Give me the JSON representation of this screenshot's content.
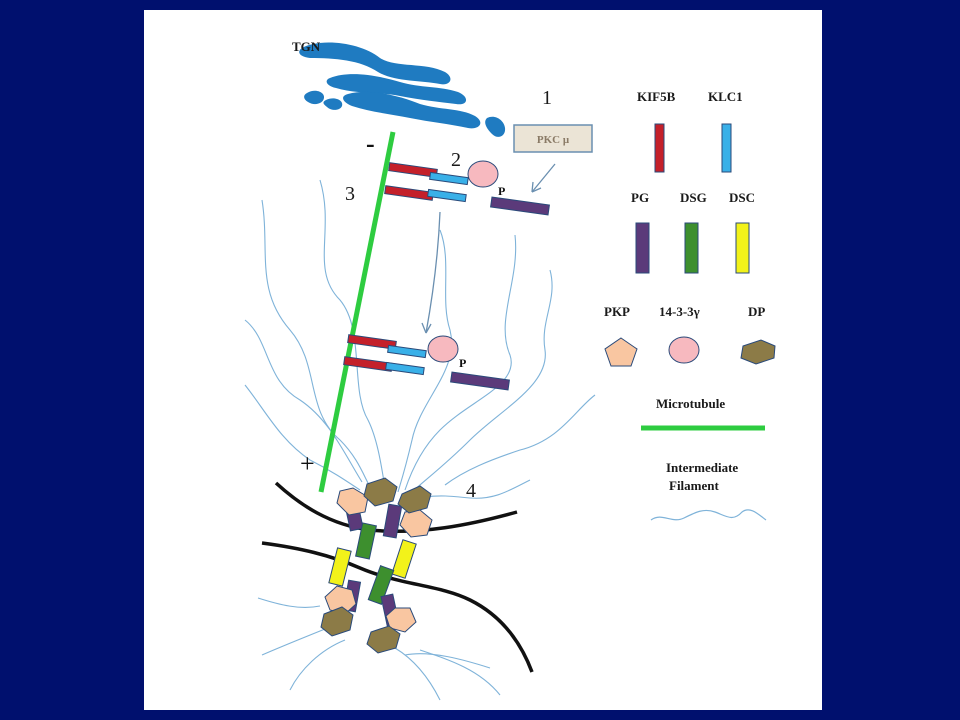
{
  "colors": {
    "background": "#00106e",
    "panel": "#ffffff",
    "golgi": "#1f7bc1",
    "kif5b": "#c4202a",
    "klc1": "#39b0e8",
    "pg": "#5b3a7a",
    "dsg": "#3d8f2e",
    "dsc": "#f2f21a",
    "pkp": "#f9c6a1",
    "protein_1433": "#f7b9bf",
    "dp": "#8c7b47",
    "microtubule": "#2ecc40",
    "filament": "#7fb3d9",
    "membrane": "#111111",
    "pkc_box": "#ebe4d6"
  },
  "labels": {
    "tgn": "TGN",
    "pkc": "PKC μ",
    "step1": "1",
    "step2": "2",
    "step3": "3",
    "step4": "4",
    "minus_end": "-",
    "plus_end": "+",
    "phospho_1": "P",
    "phospho_2": "P"
  },
  "legend": {
    "kif5b": "KIF5B",
    "klc1": "KLC1",
    "pg": "PG",
    "dsg": "DSG",
    "dsc": "DSC",
    "pkp": "PKP",
    "protein_1433": "14-3-3γ",
    "dp": "DP",
    "microtubule": "Microtubule",
    "intermediate_line1": "Intermediate",
    "intermediate_line2": "Filament"
  }
}
